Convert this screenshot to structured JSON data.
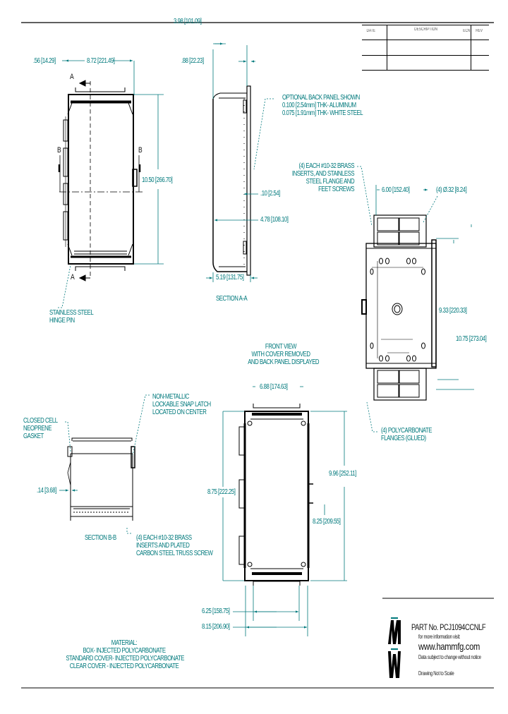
{
  "revision_table": {
    "headers": [
      "DATE",
      "DESCRIPTION",
      "ECN",
      "REV"
    ],
    "rows": [
      [
        "",
        "",
        "",
        ""
      ],
      [
        "",
        "",
        "",
        ""
      ]
    ]
  },
  "top_view": {
    "dims": {
      "left_offset": ".56 [14.29]",
      "width_inner": "8.72 [221.49]",
      "height": "10.50 [266.70]"
    },
    "section_markers": {
      "a_top": "A",
      "a_bottom": "A",
      "b_left": "B",
      "b_right": "B"
    },
    "callout_hinge": [
      "STAINLESS STEEL",
      "HINGE PIN"
    ]
  },
  "section_aa": {
    "dims": {
      "overall_depth": "3.98 [101.09]",
      "flange": ".88 [22.23]",
      "panel_offset": ".10 [2.54]",
      "inner_depth": "4.78 [108.10]",
      "base_depth": "5.19 [131.75]"
    },
    "callout_back_panel": [
      "OPTIONAL BACK PANEL SHOWN",
      "0.100 [2.54mm] THK- ALUMINUM",
      "0.075 [1.91mm] THK- WHITE STEEL"
    ],
    "title": "SECTION A-A"
  },
  "back_view": {
    "callout_inserts": [
      "(4) EACH #10-32 BRASS",
      "INSERTS, AND STAINLESS",
      "STEEL FLANGE AND",
      "FEET SCREWS"
    ],
    "dims": {
      "hole_spacing": "6.00 [152.40]",
      "hole_dia": "(4) Ø.32 [8.24]",
      "mount_height": "9.33 [220.33]",
      "overall_height": "10.75 [273.04]"
    },
    "callout_flanges": [
      "(4) POLYCARBONATE",
      "FLANGES (GLUED)"
    ]
  },
  "front_view": {
    "title": [
      "FRONT VIEW",
      "WITH COVER REMOVED",
      "AND BACK PANEL DISPLAYED"
    ],
    "dims": {
      "top_width": "6.88 [174.63]",
      "left_height": "8.75 [222.25]",
      "right_height": "9.96 [252.11]",
      "inner_height": "8.25 [209.55]",
      "inner_width": "6.25 [158.75]",
      "overall_width": "8.15 [206.90]"
    }
  },
  "section_bb": {
    "callout_gasket": [
      "CLOSED CELL",
      "NEOPRENE",
      "GASKET"
    ],
    "callout_latch": [
      "NON-METALLIC",
      "LOCKABLE SNAP LATCH",
      "LOCATED ON CENTER"
    ],
    "dim_wall": ".14 [3.68]",
    "title": "SECTION B-B",
    "callout_screws": [
      "(4) EACH #10-32 BRASS",
      "INSERTS AND PLATED",
      "CARBON STEEL TRUSS SCREW"
    ]
  },
  "material": {
    "heading": "MATERIAL:",
    "lines": [
      "BOX- INJECTED POLYCARBONATE",
      "STANDARD COVER- INJECTED POLYCARBONATE",
      "CLEAR COVER - INJECTED POLYCARBONATE"
    ]
  },
  "title_block": {
    "part_label": "PART No. PCJ1094CCNLF",
    "info_label": "for more information visit:",
    "url": "www.hammfg.com",
    "disclaimer": "Data subject to change without notice",
    "scale_note": "Drawing Not to Scale",
    "logo": "HAMMOND-logo"
  },
  "colors": {
    "dimension": "#00797c",
    "geometry": "#000000",
    "background": "#ffffff"
  }
}
